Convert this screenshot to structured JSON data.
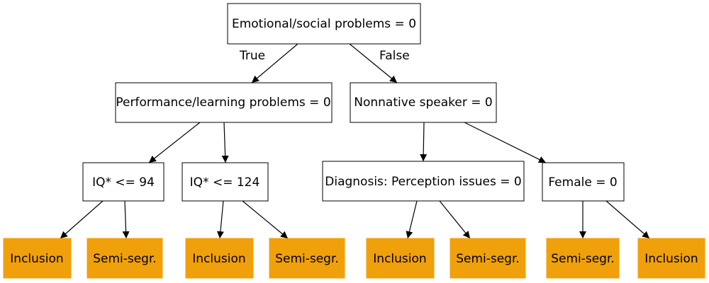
{
  "diagram": {
    "leaf_color": "#f0a00a",
    "edge_labels": {
      "true_label": "True",
      "false_label": "False"
    },
    "nodes": {
      "root": {
        "label": "Emotional/social problems = 0"
      },
      "perf": {
        "label": "Performance/learning problems = 0"
      },
      "nonnative": {
        "label": "Nonnative speaker = 0"
      },
      "iq94": {
        "label": "IQ* <= 94"
      },
      "iq124": {
        "label": "IQ* <= 124"
      },
      "diag": {
        "label": "Diagnosis: Perception issues = 0"
      },
      "female": {
        "label": "Female = 0"
      },
      "leaf1": {
        "label": "Inclusion"
      },
      "leaf2": {
        "label": "Semi-segr."
      },
      "leaf3": {
        "label": "Inclusion"
      },
      "leaf4": {
        "label": "Semi-segr."
      },
      "leaf5": {
        "label": "Inclusion"
      },
      "leaf6": {
        "label": "Semi-segr."
      },
      "leaf7": {
        "label": "Semi-segr."
      },
      "leaf8": {
        "label": "Inclusion"
      }
    }
  }
}
